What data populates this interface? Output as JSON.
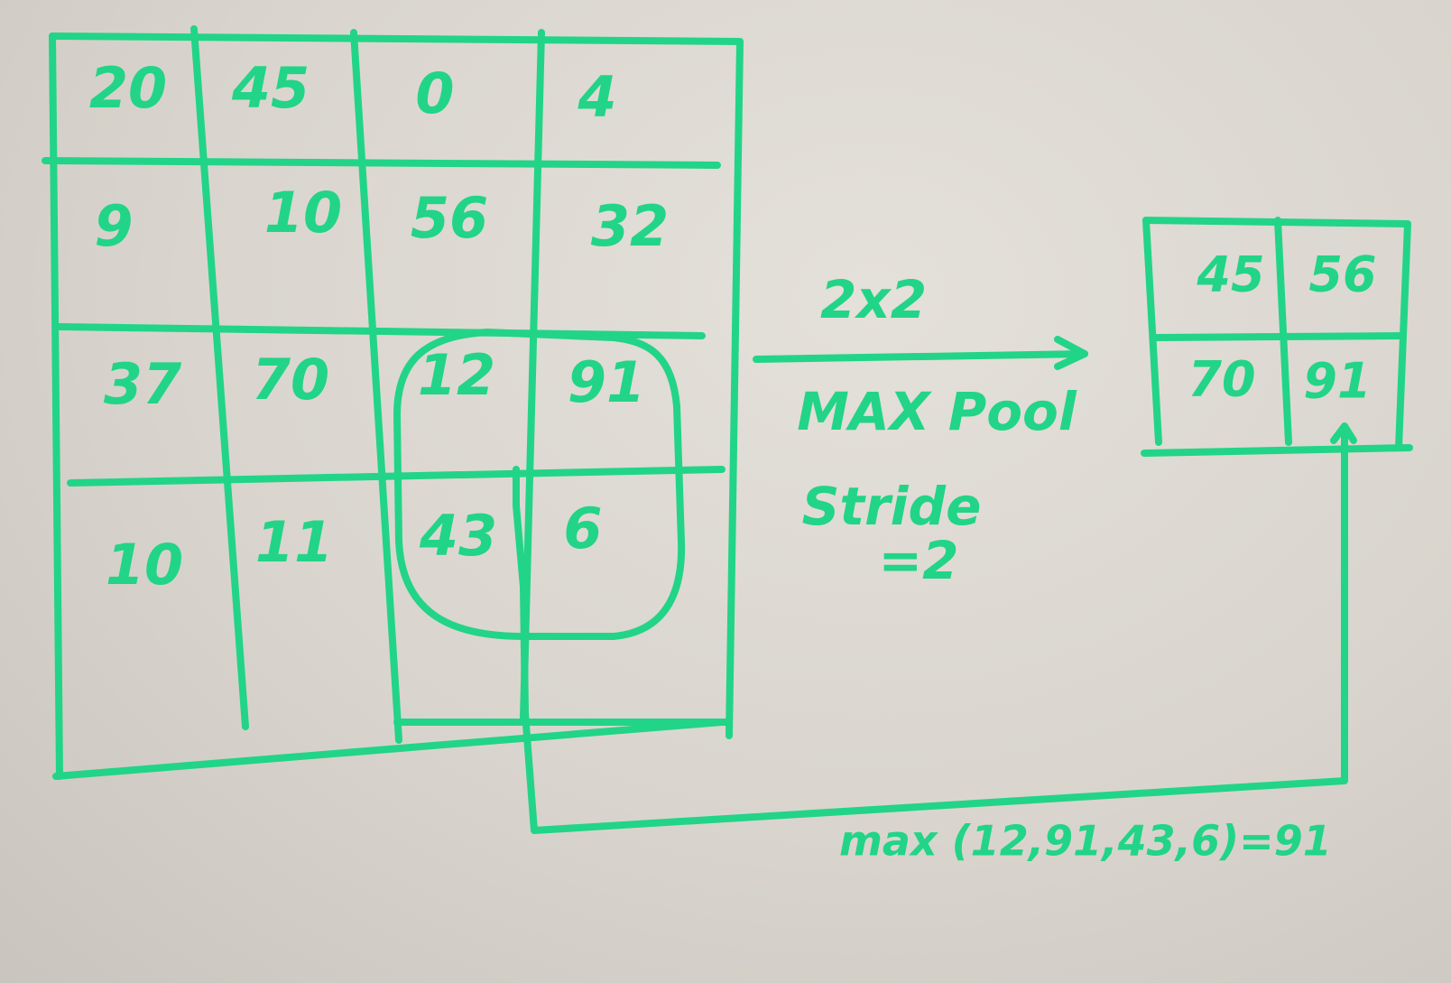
{
  "input_grid": [
    [
      "20",
      "45",
      "0",
      "4"
    ],
    [
      "9",
      "10",
      "56",
      "32"
    ],
    [
      "37",
      "70",
      "12",
      "91"
    ],
    [
      "10",
      "11",
      "43",
      "6"
    ]
  ],
  "operation": {
    "kernel": "2x2",
    "name": "MAX Pool",
    "stride_label": "Stride",
    "stride_value": "=2"
  },
  "output_grid": [
    [
      "45",
      "56"
    ],
    [
      "70",
      "91"
    ]
  ],
  "formula": "max (12,91,43,6)=91",
  "colors": {
    "ink": "#22d487",
    "board": "#dcd8d2"
  }
}
